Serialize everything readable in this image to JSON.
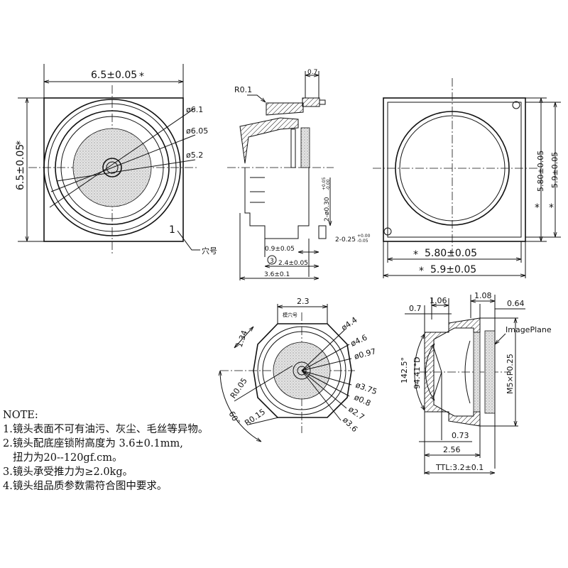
{
  "front_view": {
    "width_dim": "6.5±0.05",
    "height_dim": "6.5±0.05",
    "star": "*",
    "dia_6_1": "ø6.1",
    "dia_6_05": "ø6.05",
    "dia_5_2": "ø5.2",
    "hole_number": "1",
    "hole_label": "穴号"
  },
  "side_view": {
    "radius": "R0.1",
    "dim_0_7": "0.7",
    "pin_dia": "2-ø0.30",
    "pin_dia_tol_upper": "+0.05",
    "pin_dia_tol_lower": "-0.00",
    "pin_len": "2-0.25",
    "pin_len_tol_upper": "+0.00",
    "pin_len_tol_lower": "-0.05",
    "dim_0_9": "0.9±0.05",
    "circle_num": "3",
    "dim_2_4": "2.4±0.05",
    "dim_3_6": "3.6±0.1"
  },
  "back_view": {
    "v_inner": "5.80±0.05",
    "v_outer": "5.9±0.05",
    "h_inner": "5.80±0.05",
    "h_outer": "5.9±0.05",
    "star": "*"
  },
  "lens_top_view": {
    "dim_2_3": "2.3",
    "mold_hole": "模穴号",
    "dim_1_34": "1.34",
    "r005": "R0.05",
    "r015": "R0.15",
    "angle": "60°",
    "diameters": [
      "ø4.4",
      "ø4.6",
      "ø0.97",
      "ø3.75",
      "ø0.8",
      "ø2.7",
      "ø3.6"
    ]
  },
  "lens_section": {
    "dim_1_06": "1.06",
    "dim_1_08": "1.08",
    "dim_0_7": "0.7",
    "dim_0_64": "0.64",
    "image_plane": "ImagePlane",
    "fov": "142.5°",
    "fov_d": "94.41°D",
    "thread": "M5×P0.25",
    "dim_0_73": "0.73",
    "dim_2_56": "2.56",
    "ttl": "TTL:3.2±0.1"
  },
  "notes": {
    "title": "NOTE:",
    "lines": [
      "1.镜头表面不可有油污、灰尘、毛丝等异物。",
      "2.镜头配底座锁附高度为 3.6±0.1mm,",
      "  扭力为20--120gf.cm。",
      "3.镜头承受推力为≥2.0kg。",
      "4.镜头组品质参数需符合图中要求。"
    ]
  }
}
